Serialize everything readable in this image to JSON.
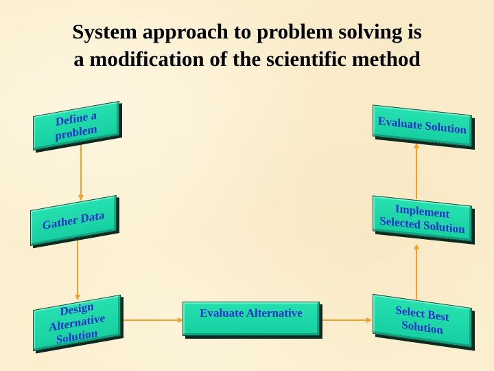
{
  "title": {
    "line1": "System approach to problem solving is",
    "line2": "a modification of the scientific method"
  },
  "colors": {
    "background": "#fbefcf",
    "box_fill": "#1fd8a8",
    "box_text": "#1f33c8",
    "arrow": "#f5a021",
    "title_text": "#000000"
  },
  "steps": [
    {
      "id": "define",
      "label": "Define a problem"
    },
    {
      "id": "gather",
      "label": "Gather Data"
    },
    {
      "id": "design",
      "label_line1": "Design Alternative",
      "label_line2": "Solution"
    },
    {
      "id": "evaluate-alt",
      "label": "Evaluate Alternative"
    },
    {
      "id": "select",
      "label_line1": "Select Best",
      "label_line2": "Solution"
    },
    {
      "id": "implement",
      "label_line1": "Implement",
      "label_line2": "Selected Solution"
    },
    {
      "id": "evaluate-sol",
      "label": "Evaluate Solution"
    }
  ],
  "flow": [
    [
      "Define a problem",
      "Gather Data"
    ],
    [
      "Gather Data",
      "Design Alternative Solution"
    ],
    [
      "Design Alternative Solution",
      "Evaluate Alternative"
    ],
    [
      "Evaluate Alternative",
      "Select Best Solution"
    ],
    [
      "Select Best Solution",
      "Implement Selected Solution"
    ],
    [
      "Implement Selected Solution",
      "Evaluate Solution"
    ]
  ]
}
